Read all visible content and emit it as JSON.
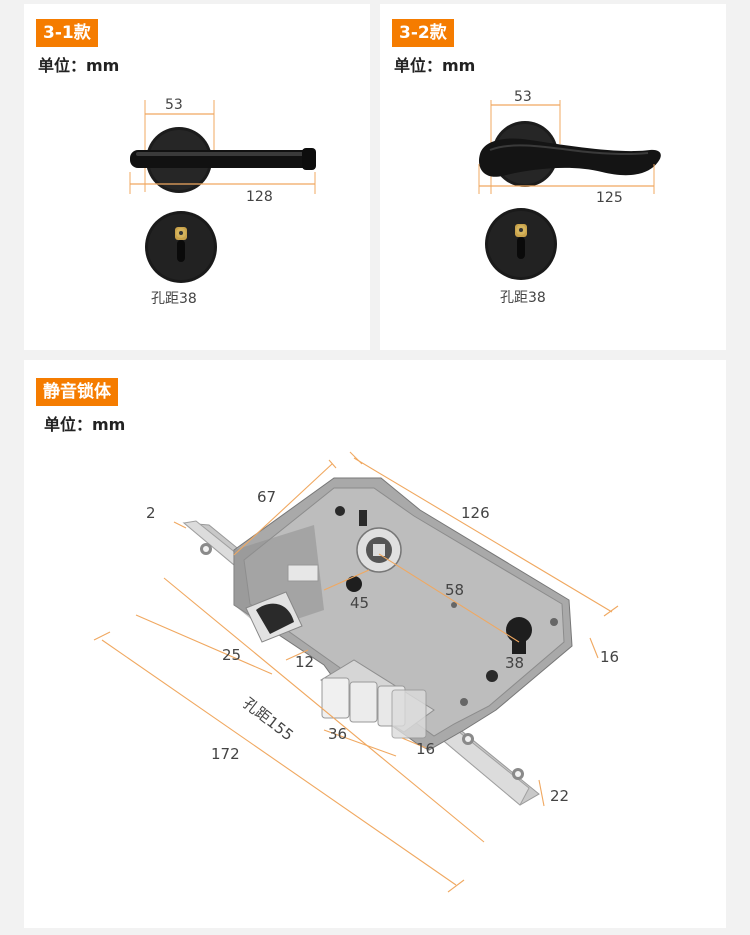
{
  "panel_1": {
    "tag": "3-1款",
    "unit": "单位：mm",
    "dim_rose": "53",
    "dim_lever": "128",
    "hole_label": "孔距38"
  },
  "panel_2": {
    "tag": "3-2款",
    "unit": "单位：mm",
    "dim_rose": "53",
    "dim_lever": "125",
    "hole_label": "孔距38"
  },
  "panel_3": {
    "tag": "静音锁体",
    "unit": "单位：mm",
    "dims": {
      "faceplate_thickness": "2",
      "depth": "67",
      "width": "126",
      "hole_spacing": "58",
      "backset": "45",
      "cyl_hole": "38",
      "right_edge": "16",
      "latch_len": "25",
      "latch_thick": "12",
      "bolt_len": "36",
      "bolt_thick": "16",
      "hole_pitch": "孔距155",
      "faceplate_len": "172",
      "faceplate_width": "22"
    }
  },
  "colors": {
    "accent": "#f57c00",
    "dim_line": "#f0a860",
    "handle": "#1a1a1a"
  }
}
